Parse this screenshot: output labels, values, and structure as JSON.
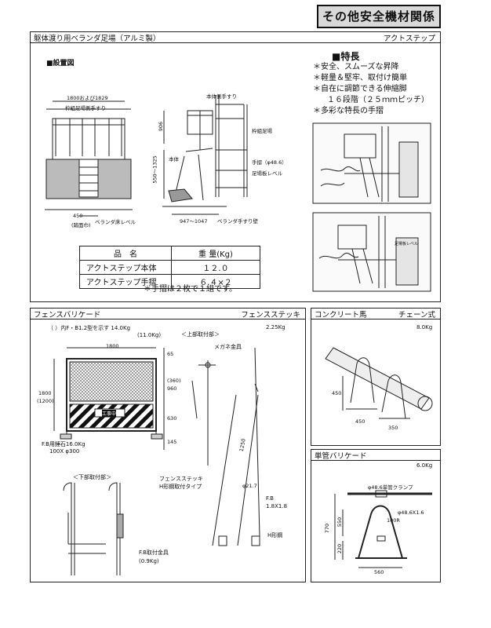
{
  "header": {
    "title": "その他安全機材関係"
  },
  "top_panel": {
    "title": "躯体渡り用ベランダ足場（アルミ製）",
    "right_label": "アクトステップ",
    "install_heading": "■設置図",
    "features_heading": "■特長",
    "features": [
      "＊安全、スムーズな昇降",
      "＊軽量＆堅牢、取付け簡単",
      "＊自在に調節できる伸縮脚",
      "１６段階（２５ｍｍピッチ）",
      "＊多彩な特長の手摺"
    ],
    "drawing_labels": {
      "width_top": "1800および1829",
      "frame_rail": "枠組足場側手すり",
      "body_rail": "本体側手すり",
      "frame_scaffold": "枠組足場",
      "pipe": "手摺（φ48.6）",
      "base_level": "足場板レベル",
      "body": "本体",
      "h906": "906",
      "h550": "550〜1325",
      "w450": "450",
      "w450_sub": "(踏面巾)",
      "veranda_level": "ベランダ床レベル",
      "w947": "947〜1047",
      "veranda_rail": "ベランダ手すり壁",
      "photo2_label": "足場板レベル"
    },
    "weight_table": {
      "headers": [
        "品　名",
        "重 量(Kg)"
      ],
      "rows": [
        [
          "アクトステップ本体",
          "１２.０"
        ],
        [
          "アクトステップ手摺",
          "６.４×２"
        ]
      ],
      "note": "＊手摺は２枚で１組です。"
    }
  },
  "fence_panel": {
    "title": "フェンスバリケード",
    "right_label": "フェンスステッキ",
    "weight_note_1": "（ ）内F・B1.2型を示す 14.0Kg",
    "weight_note_2": "(11.0Kg)",
    "stick_weight": "2.25Kg",
    "dims": {
      "w1800": "1800",
      "h1800": "1800",
      "h1800_sub": "(1200)",
      "d65": "65",
      "d360": "(360)",
      "d960": "960",
      "d630": "630",
      "d145": "145",
      "d1250": "1250",
      "d217": "φ21.7"
    },
    "sign_text": "工事中",
    "fb_weight": "F.B用錘石16.0Kg",
    "fb_size": "100X φ300",
    "upper_part": "＜上部取付部＞",
    "lower_part": "＜下部取付部＞",
    "clamp": "メガネ金具",
    "stick_label": "フェンスステッキ",
    "h_type": "H形鋼取付タイプ",
    "fb_label": "F.B",
    "fb_dims": "1.8X1.8",
    "h_steel": "H形鋼",
    "fb_fitting": "F.B取付金具",
    "fb_fitting_weight": "(0.9Kg)"
  },
  "concrete_panel": {
    "title": "コンクリート馬",
    "right_label": "チェーン式",
    "weight": "8.0Kg",
    "dims": {
      "h450": "450",
      "w450": "450",
      "w350": "350"
    }
  },
  "pipe_panel": {
    "title": "単管バリケード",
    "weight": "6.0Kg",
    "clamp": "φ48.6単管クランプ",
    "pipe": "φ48.6X1.6",
    "radius": "100R",
    "dims": {
      "h770": "770",
      "h550": "550",
      "h220": "220",
      "w560": "560"
    }
  }
}
